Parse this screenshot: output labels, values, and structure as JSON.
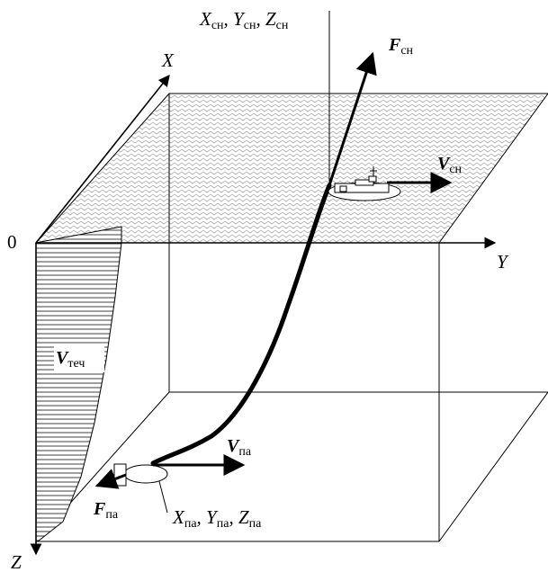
{
  "axes": {
    "origin": "0",
    "x": "X",
    "y": "Y",
    "z": "Z"
  },
  "labels": {
    "vessel_coords": {
      "x": "X",
      "x_sub": "сн",
      "y": "Y",
      "y_sub": "сн",
      "z": "Z",
      "z_sub": "сн"
    },
    "vessel_force": {
      "main": "F",
      "sub": "сн"
    },
    "vessel_velocity": {
      "main": "V",
      "sub": "сн"
    },
    "current_velocity": {
      "main": "V",
      "sub": "теч"
    },
    "apparatus_velocity": {
      "main": "V",
      "sub": "па"
    },
    "apparatus_force": {
      "main": "F",
      "sub": "па"
    },
    "apparatus_coords": {
      "x": "X",
      "x_sub": "па",
      "y": "Y",
      "y_sub": "па",
      "z": "Z",
      "z_sub": "па"
    }
  },
  "colors": {
    "line": "#000000",
    "surface_hatch": "#bfbfbf",
    "background": "#ffffff"
  }
}
